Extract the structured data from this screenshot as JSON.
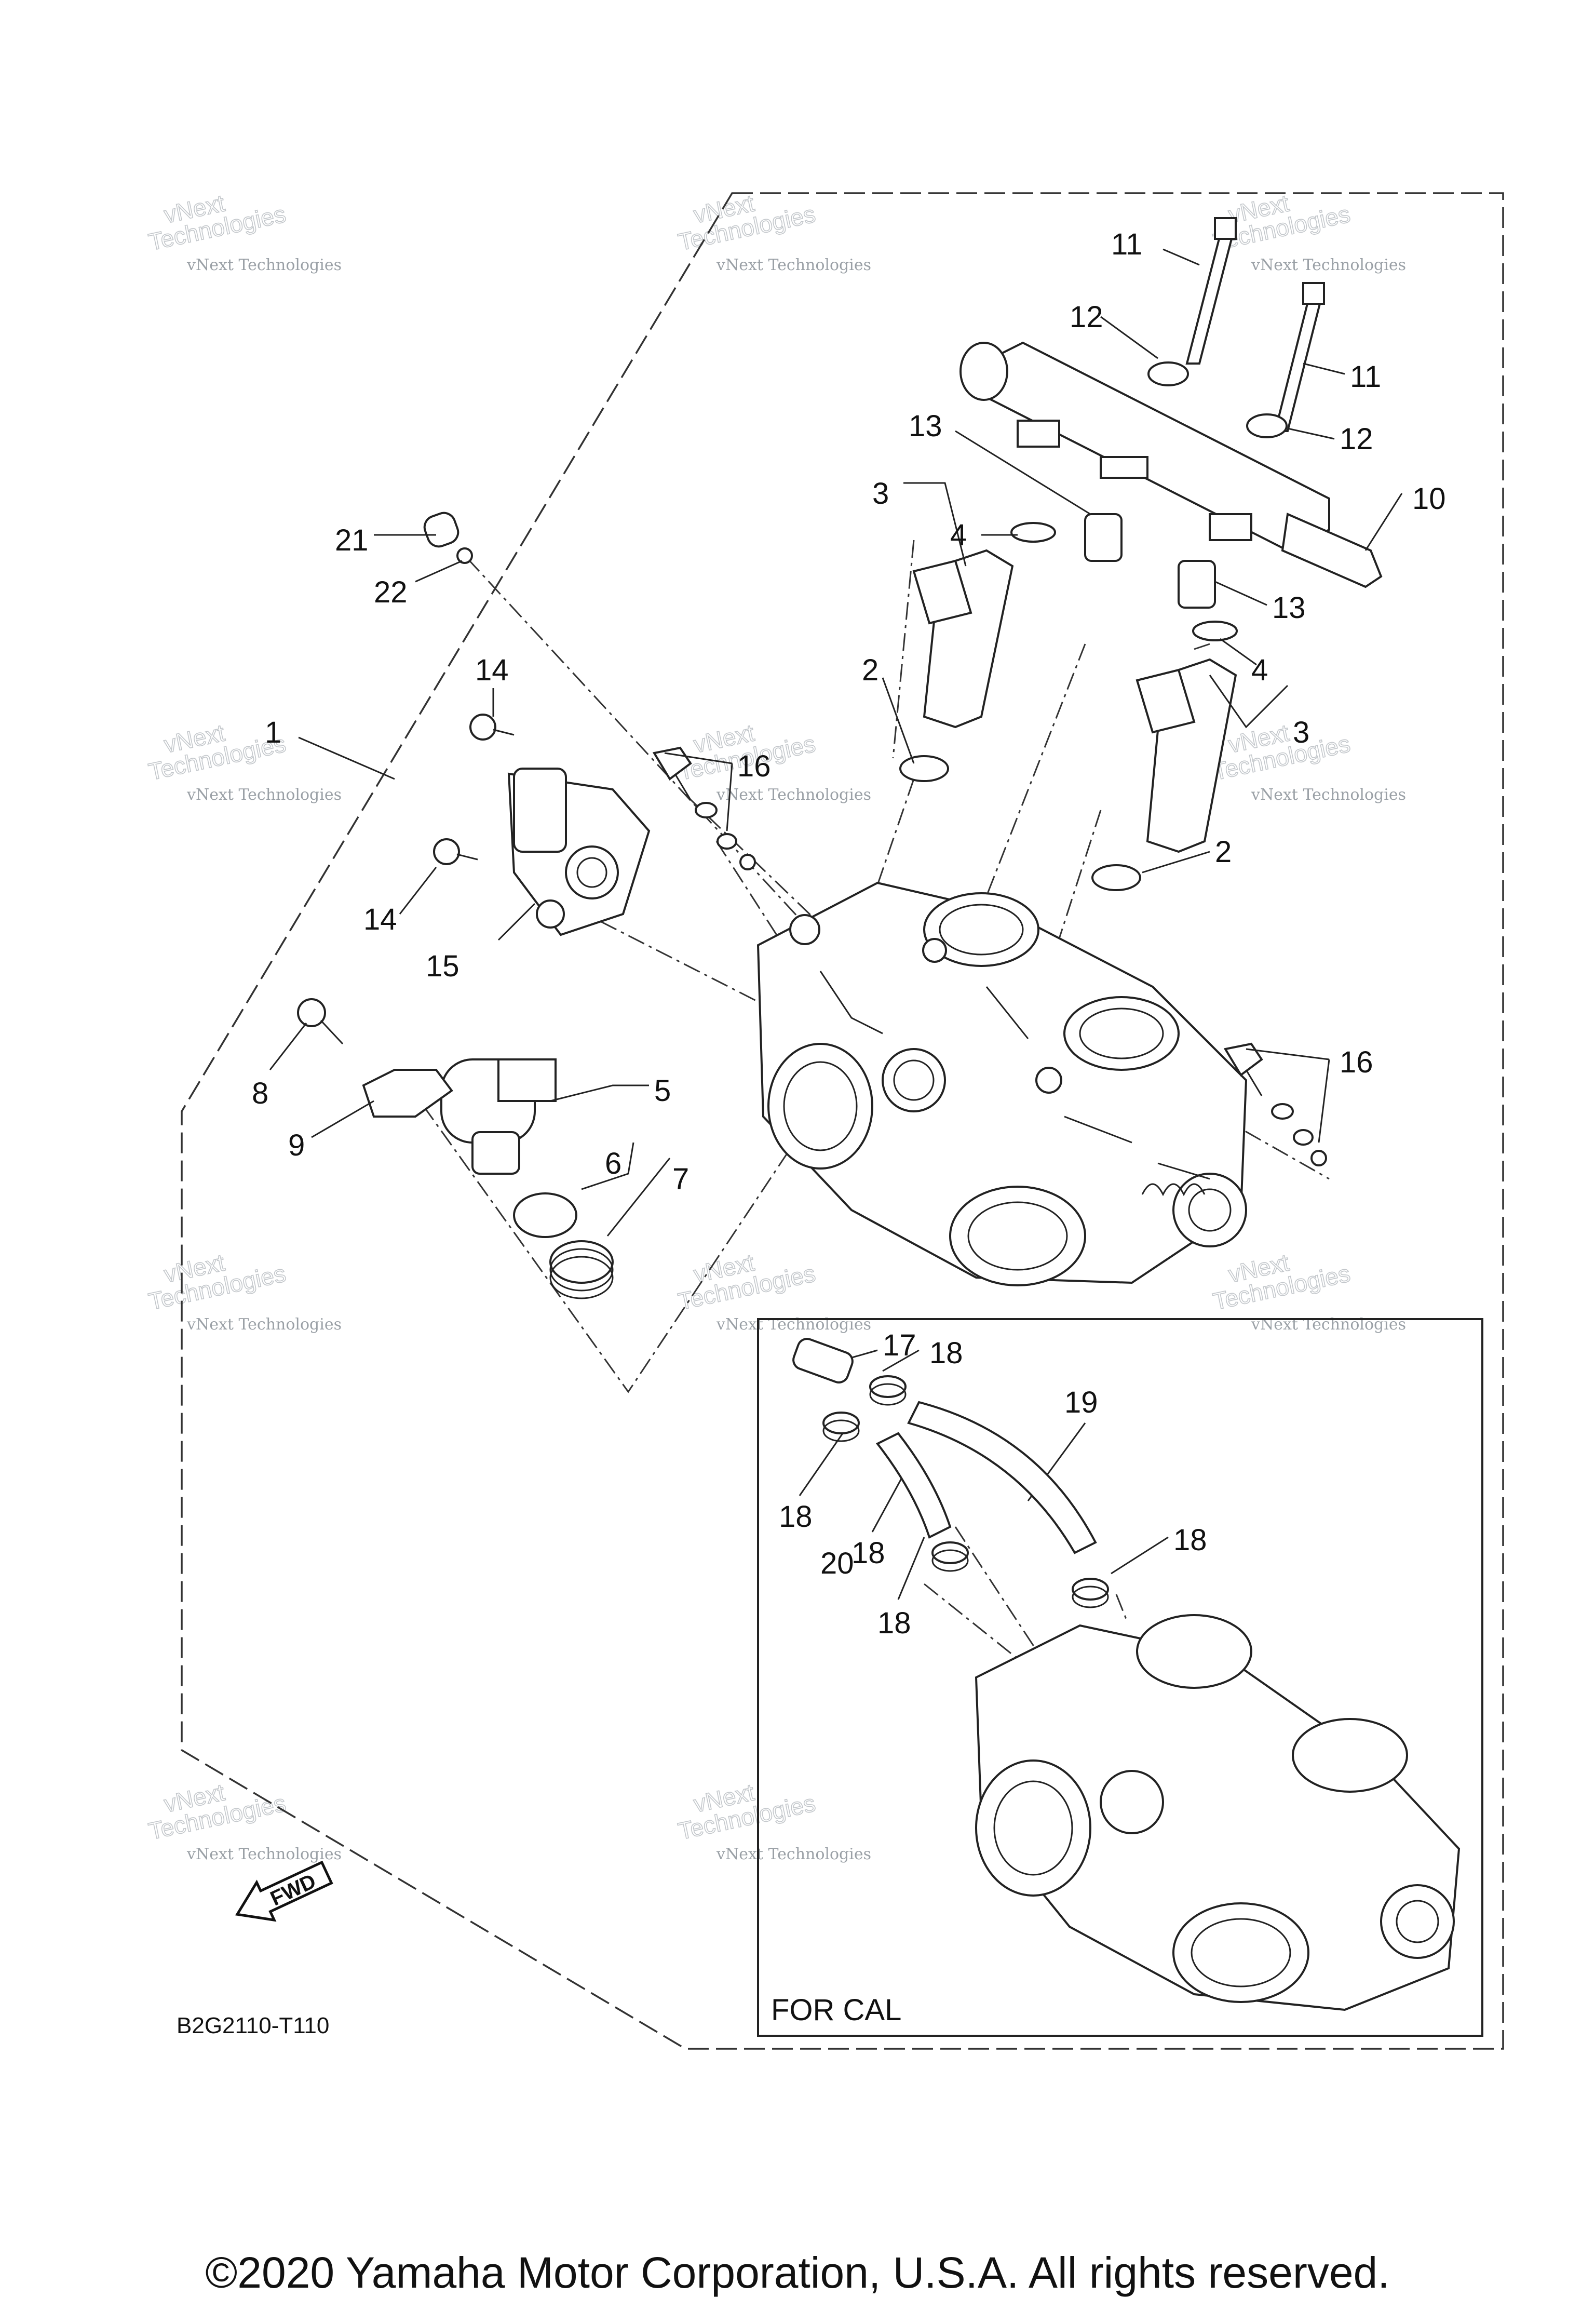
{
  "callouts": {
    "c1": "1",
    "c2a": "2",
    "c2b": "2",
    "c3a": "3",
    "c3b": "3",
    "c4a": "4",
    "c4b": "4",
    "c5": "5",
    "c6": "6",
    "c7": "7",
    "c8": "8",
    "c9": "9",
    "c10": "10",
    "c11a": "11",
    "c11b": "11",
    "c12a": "12",
    "c12b": "12",
    "c13a": "13",
    "c13b": "13",
    "c14a": "14",
    "c14b": "14",
    "c15": "15",
    "c16a": "16",
    "c16b": "16",
    "c17": "17",
    "c18a": "18",
    "c18b": "18",
    "c18c": "18",
    "c18d": "18",
    "c18e": "18",
    "c19": "19",
    "c20": "20",
    "c21": "21",
    "c22": "22"
  },
  "inset_label": "FOR CAL",
  "direction_marker": "FWD",
  "diagram_code": "B2G2110-T110",
  "copyright": "©2020 Yamaha Motor Corporation, U.S.A. All rights reserved.",
  "watermark": {
    "line1": "vNext Technologies",
    "line2": "vNext",
    "line3": "Technologies"
  }
}
